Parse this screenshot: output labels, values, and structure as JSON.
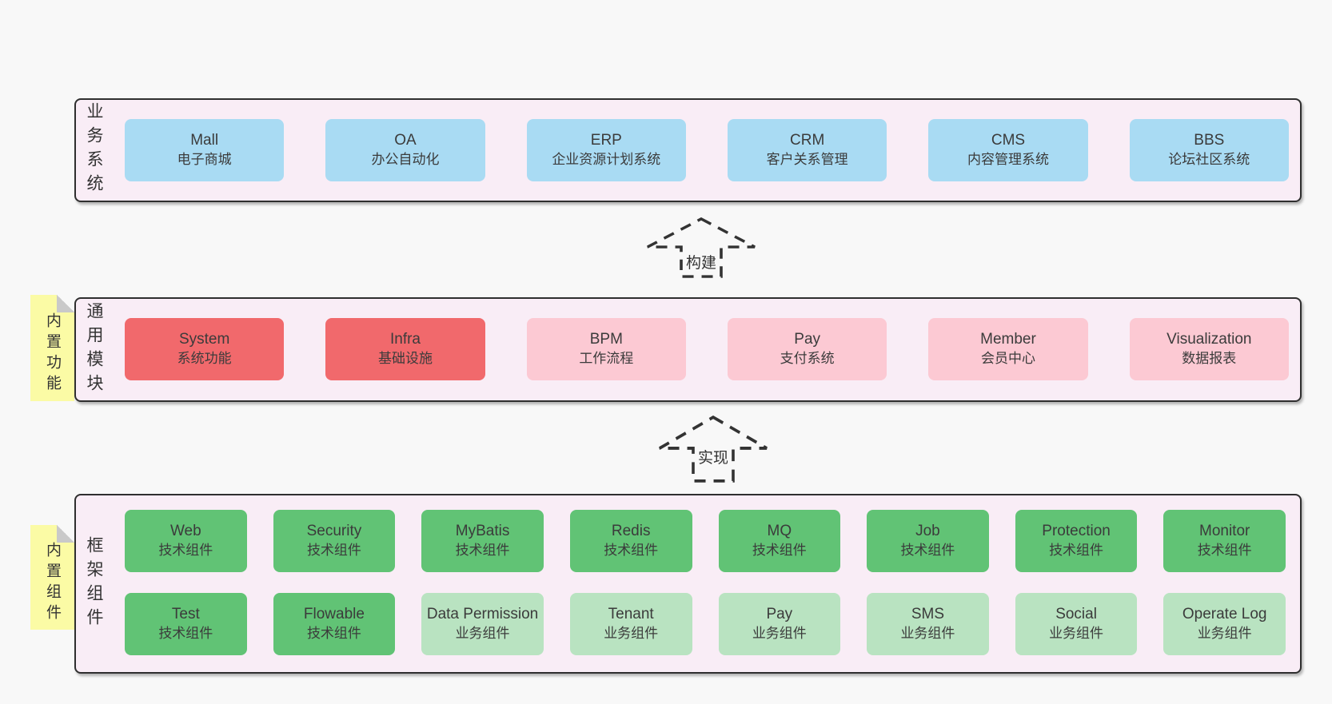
{
  "diagram": {
    "layers": [
      {
        "key": "business",
        "side_label": "业务系统",
        "sticky": "",
        "rows": [
          [
            {
              "name": "Mall",
              "desc": "电子商城",
              "variant": "blue"
            },
            {
              "name": "OA",
              "desc": "办公自动化",
              "variant": "blue"
            },
            {
              "name": "ERP",
              "desc": "企业资源计划系统",
              "variant": "blue"
            },
            {
              "name": "CRM",
              "desc": "客户关系管理",
              "variant": "blue"
            },
            {
              "name": "CMS",
              "desc": "内容管理系统",
              "variant": "blue"
            },
            {
              "name": "BBS",
              "desc": "论坛社区系统",
              "variant": "blue"
            }
          ]
        ]
      },
      {
        "key": "modules",
        "side_label": "通用模块",
        "sticky": "内置功能",
        "rows": [
          [
            {
              "name": "System",
              "desc": "系统功能",
              "variant": "red"
            },
            {
              "name": "Infra",
              "desc": "基础设施",
              "variant": "red"
            },
            {
              "name": "BPM",
              "desc": "工作流程",
              "variant": "pink"
            },
            {
              "name": "Pay",
              "desc": "支付系统",
              "variant": "pink"
            },
            {
              "name": "Member",
              "desc": "会员中心",
              "variant": "pink"
            },
            {
              "name": "Visualization",
              "desc": "数据报表",
              "variant": "pink"
            }
          ]
        ]
      },
      {
        "key": "components",
        "side_label": "框架组件",
        "sticky": "内置组件",
        "rows": [
          [
            {
              "name": "Web",
              "desc": "技术组件",
              "variant": "green"
            },
            {
              "name": "Security",
              "desc": "技术组件",
              "variant": "green"
            },
            {
              "name": "MyBatis",
              "desc": "技术组件",
              "variant": "green"
            },
            {
              "name": "Redis",
              "desc": "技术组件",
              "variant": "green"
            },
            {
              "name": "MQ",
              "desc": "技术组件",
              "variant": "green"
            },
            {
              "name": "Job",
              "desc": "技术组件",
              "variant": "green"
            },
            {
              "name": "Protection",
              "desc": "技术组件",
              "variant": "green"
            },
            {
              "name": "Monitor",
              "desc": "技术组件",
              "variant": "green"
            }
          ],
          [
            {
              "name": "Test",
              "desc": "技术组件",
              "variant": "green"
            },
            {
              "name": "Flowable",
              "desc": "技术组件",
              "variant": "green"
            },
            {
              "name": "Data Permission",
              "desc": "业务组件",
              "variant": "lightgreen"
            },
            {
              "name": "Tenant",
              "desc": "业务组件",
              "variant": "lightgreen"
            },
            {
              "name": "Pay",
              "desc": "业务组件",
              "variant": "lightgreen"
            },
            {
              "name": "SMS",
              "desc": "业务组件",
              "variant": "lightgreen"
            },
            {
              "name": "Social",
              "desc": "业务组件",
              "variant": "lightgreen"
            },
            {
              "name": "Operate Log",
              "desc": "业务组件",
              "variant": "lightgreen"
            }
          ]
        ]
      }
    ],
    "arrows": [
      {
        "label": "构建"
      },
      {
        "label": "实现"
      }
    ],
    "colors": {
      "page_bg": "#f8f8f8",
      "panel_bg": "#f9edf6",
      "panel_border": "#2f2f2f",
      "box_blue": "#a9dbf3",
      "box_red": "#f1696c",
      "box_pink": "#fcc9d3",
      "box_green": "#61c375",
      "box_lightgreen": "#b9e3c1",
      "sticky_yellow": "#fbfba5",
      "text": "#3b3b3b"
    }
  }
}
